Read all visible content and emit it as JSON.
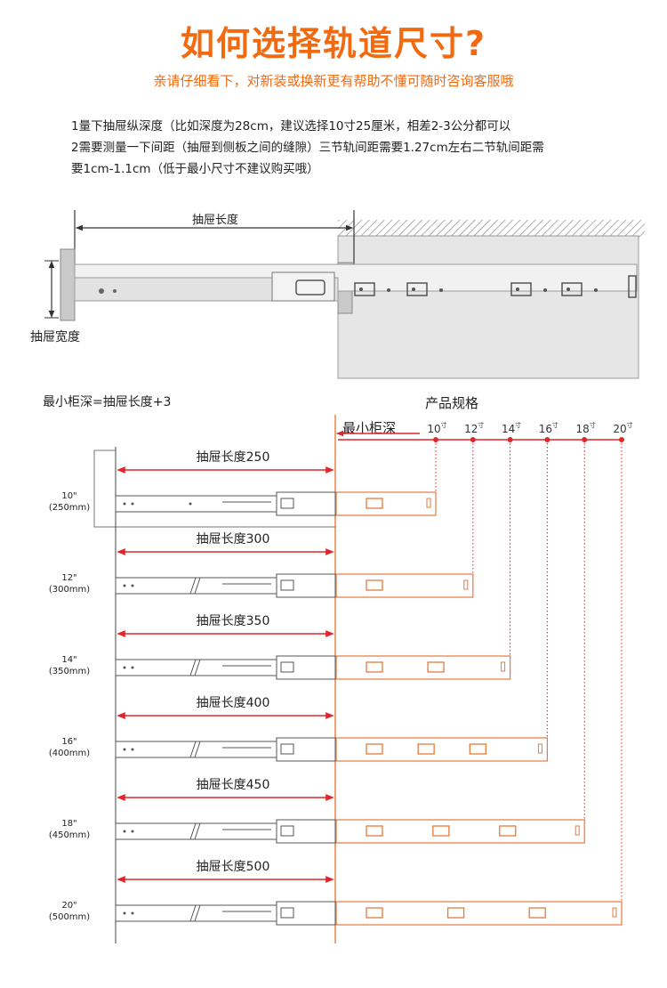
{
  "header": {
    "title": "如何选择轨道尺寸?",
    "subtitle": "亲请仔细看下，对新装或换新更有帮助不懂可随时咨询客服哦"
  },
  "notes": [
    "1量下抽屉纵深度（比如深度为28cm，建议选择10寸25厘米，相差2-3公分都可以",
    "2需要测量一下间距（抽屉到侧板之间的缝隙）三节轨间距需要1.27cm左右二节轨间距需",
    "要1cm-1.1cm（低于最小尺寸不建议购买哦）"
  ],
  "top_diagram": {
    "drawer_length_label": "抽屉长度",
    "drawer_width_label": "抽屉宽度"
  },
  "chart": {
    "formula": "最小柜深=抽屉长度+3",
    "spec_title": "产品规格",
    "min_depth_label": "最小柜深",
    "unit_glyph": "寸",
    "rows": [
      {
        "size": "10",
        "inch_label": "10\"",
        "mm_label": "(250mm)",
        "drawer_label": "抽屉长度250"
      },
      {
        "size": "12",
        "inch_label": "12\"",
        "mm_label": "(300mm)",
        "drawer_label": "抽屉长度300"
      },
      {
        "size": "14",
        "inch_label": "14\"",
        "mm_label": "(350mm)",
        "drawer_label": "抽屉长度350"
      },
      {
        "size": "16",
        "inch_label": "16\"",
        "mm_label": "(400mm)",
        "drawer_label": "抽屉长度400"
      },
      {
        "size": "18",
        "inch_label": "18\"",
        "mm_label": "(450mm)",
        "drawer_label": "抽屉长度450"
      },
      {
        "size": "20",
        "inch_label": "20\"",
        "mm_label": "(500mm)",
        "drawer_label": "抽屉长度500"
      }
    ]
  },
  "colors": {
    "title": "#f26a10",
    "subtitle": "#f26a10",
    "red": "#e0262b",
    "rail_orange": "#e8793a",
    "rail_gray": "#555555",
    "cabinet_gray": "#e6e6e6"
  }
}
